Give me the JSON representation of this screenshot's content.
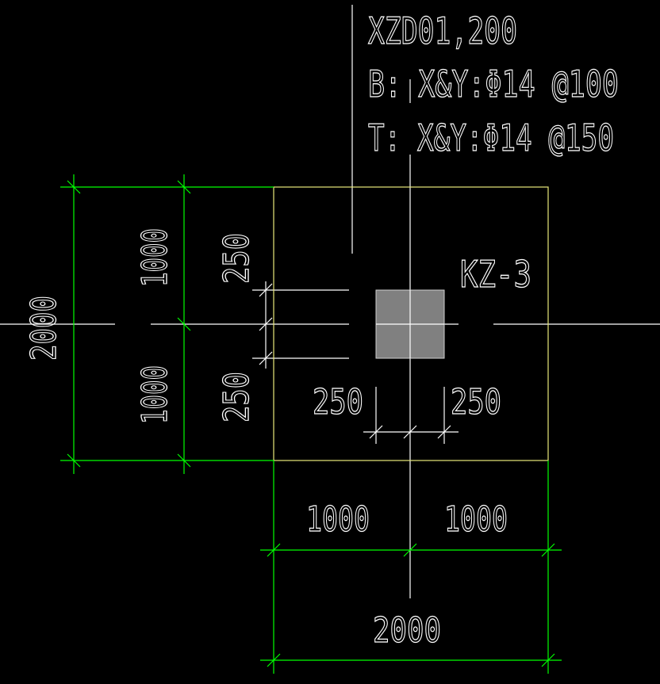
{
  "annotation": {
    "footing_id": "XZD01,200",
    "bottom_rebar": "B:  X&Y:Φ14 @100",
    "top_rebar": "T:  X&Y:Φ14 @150"
  },
  "column_label": "KZ-3",
  "dimensions": {
    "left_total": "2000",
    "left_upper": "1000",
    "left_lower": "1000",
    "col_offset_upper": "250",
    "col_offset_lower": "250",
    "col_width_left": "250",
    "col_width_right": "250",
    "bottom_left": "1000",
    "bottom_right": "1000",
    "bottom_total": "2000"
  },
  "colors": {
    "dimension": "#00ff00",
    "outline": "#e8e87a",
    "text": "#ffffff",
    "column": "#808080"
  }
}
